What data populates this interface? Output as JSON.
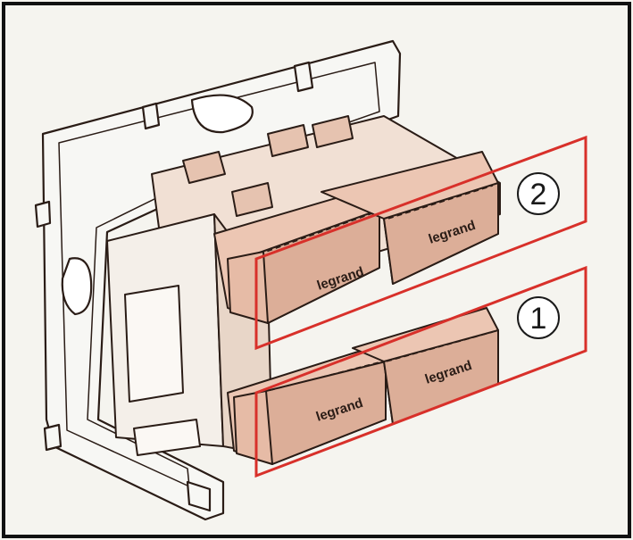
{
  "brand_label": "legrand",
  "callouts": [
    {
      "id": "callout-2",
      "number": "2"
    },
    {
      "id": "callout-1",
      "number": "1"
    }
  ],
  "colors": {
    "background": "#f5f4ef",
    "frame_border": "#111111",
    "module_fill": "#ecc6b3",
    "module_shade": "#dcae98",
    "outline": "#2a1c16",
    "highlight": "#d8302a",
    "plate": "#f7f7f4"
  }
}
